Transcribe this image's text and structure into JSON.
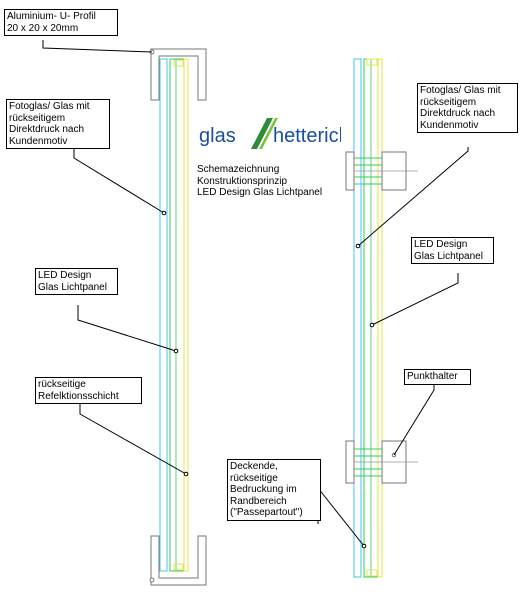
{
  "logo": {
    "text_left": "glas",
    "text_right": "hetterich",
    "color_text": "#1a4fa0",
    "color_swoosh": "#2e8b3a"
  },
  "labels": {
    "profil": "Aluminium- U- Profil\n20 x 20 x 20mm",
    "fotoglas_left": "Fotoglas/ Glas mit\nrückseitigem\nDirektdruck nach\nKundenmotiv",
    "schema": "Schemazeichnung\nKonstruktionsprinzip\nLED Design Glas Lichtpanel",
    "led_left": "LED Design\nGlas Lichtpanel",
    "reflex": "rückseitige\nRefelktionsschicht",
    "fotoglas_right": "Fotoglas/ Glas mit\nrückseitigem\nDirektdruck nach\nKundenmotiv",
    "led_right": "LED Design\nGlas Lichtpanel",
    "punkthalter": "Punkthalter",
    "deckende": "Deckende,\nrückseitige\nBedruckung im\nRandbereich\n(\"Passepartout\")"
  },
  "colors": {
    "glass_cyan": "#3ec8e8",
    "panel_green": "#33cc55",
    "panel_yellow": "#e6e64a",
    "profile_gray": "#777777"
  }
}
